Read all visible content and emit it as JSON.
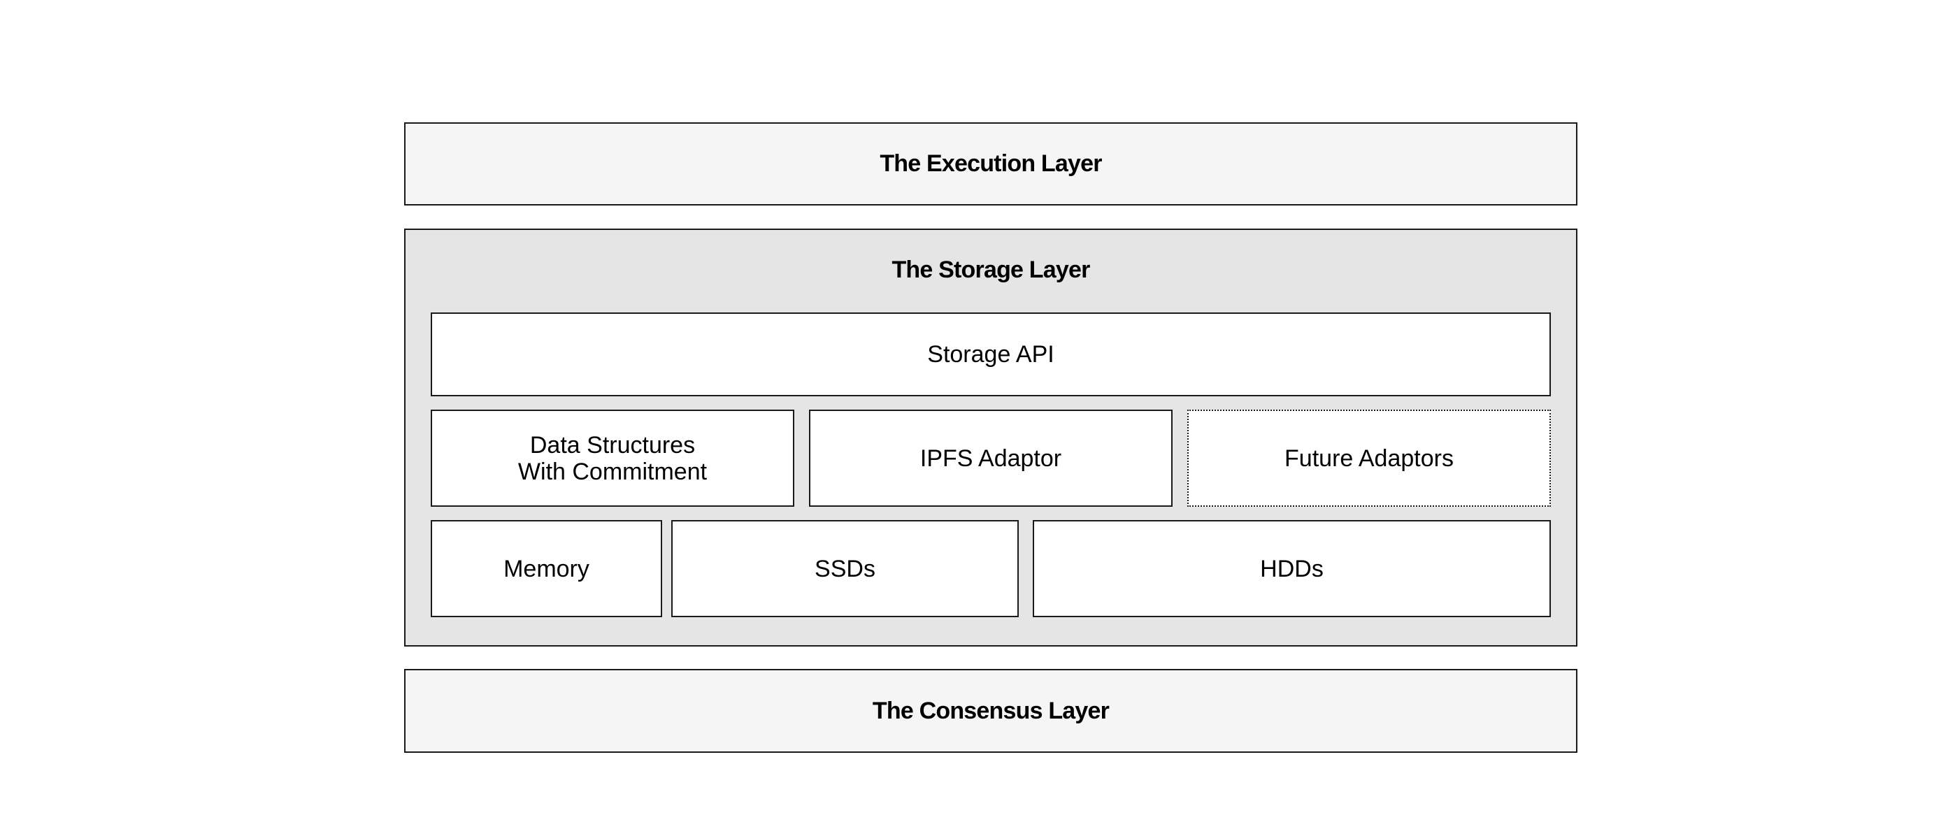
{
  "execution_layer": {
    "label": "The Execution Layer"
  },
  "storage_layer": {
    "label": "The Storage Layer",
    "api": {
      "label": "Storage API"
    },
    "adaptors": [
      {
        "line1": "Data Structures",
        "line2": "With Commitment"
      },
      {
        "label": "IPFS Adaptor"
      },
      {
        "label": "Future Adaptors"
      }
    ],
    "media": [
      {
        "label": "Memory"
      },
      {
        "label": "SSDs"
      },
      {
        "label": "HDDs"
      }
    ]
  },
  "consensus_layer": {
    "label": "The Consensus Layer"
  }
}
